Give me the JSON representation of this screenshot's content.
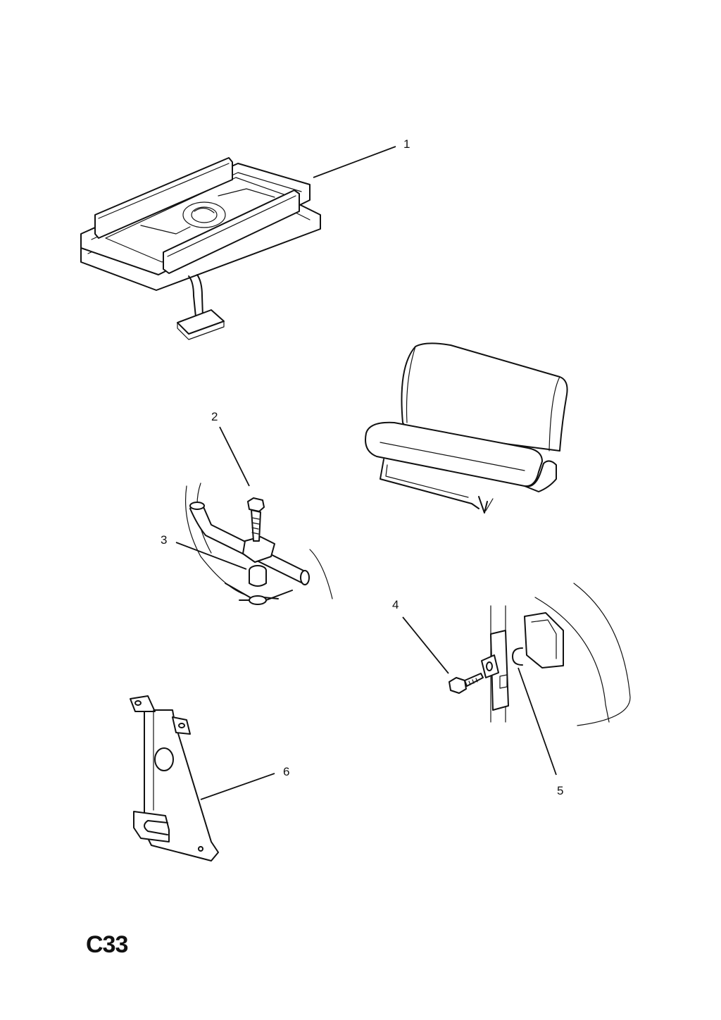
{
  "diagram": {
    "page_code": "C33",
    "callouts": [
      "1",
      "2",
      "3",
      "4",
      "5",
      "6"
    ]
  }
}
